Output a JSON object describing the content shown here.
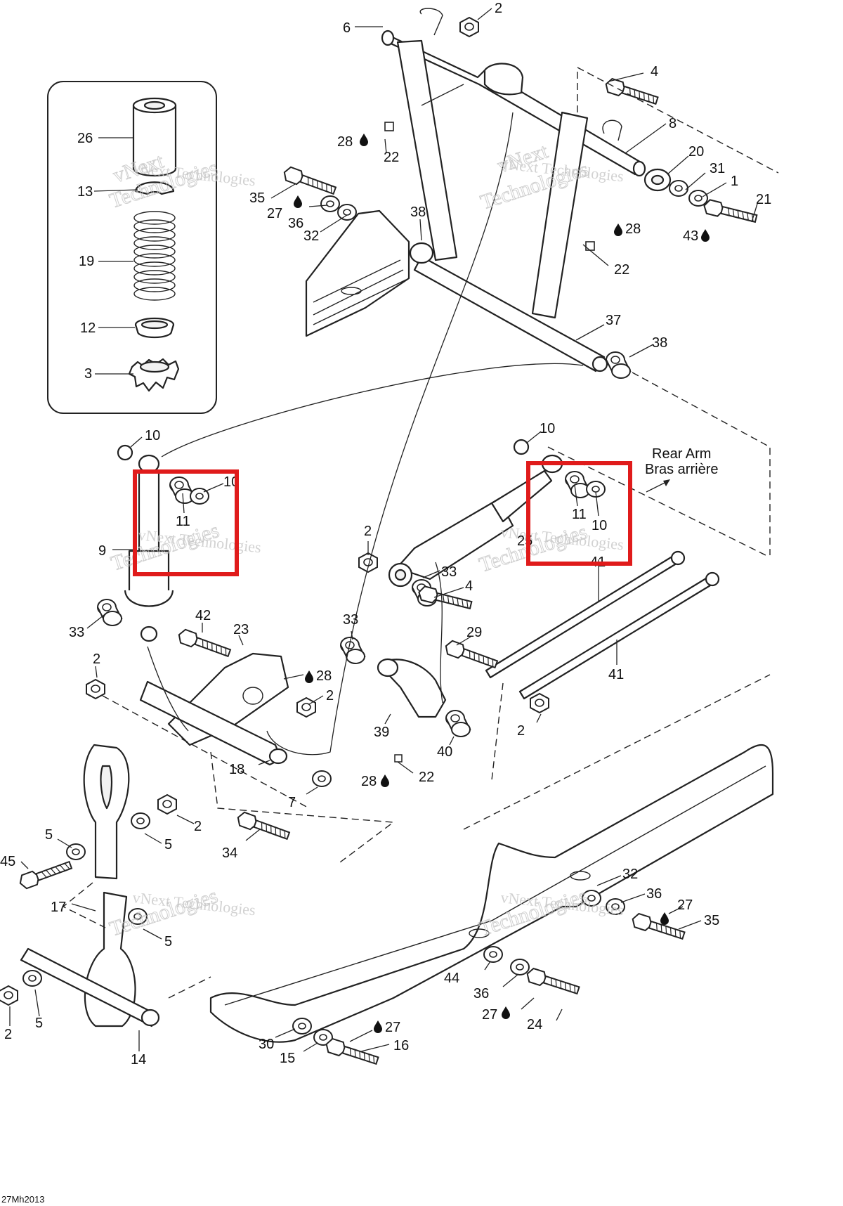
{
  "rear_arm_label": {
    "en": "Rear Arm",
    "fr": "Bras arrière"
  },
  "drawing_ref": "27Mh2013",
  "watermark": {
    "line1": "vNext",
    "line2": "vNext Technologies",
    "line3": "Technologies"
  },
  "highlight_color": "#e01b1b",
  "oil_icon": "oil-drop-icon",
  "callouts": {
    "c6": "6",
    "c2a": "2",
    "c4a": "4",
    "c8": "8",
    "c20": "20",
    "c31": "31",
    "c1": "1",
    "c21": "21",
    "c43": "43",
    "c28a": "28",
    "c22a": "22",
    "c35a": "35",
    "c27a": "27",
    "c36a": "36",
    "c32a": "32",
    "c38a": "38",
    "c28b": "28",
    "c22b": "22",
    "c37": "37",
    "c38b": "38",
    "c26": "26",
    "c13": "13",
    "c19": "19",
    "c12": "12",
    "c3": "3",
    "c10a": "10",
    "c10b": "10",
    "c11a": "11",
    "c9": "9",
    "c33a": "33",
    "c10c": "10",
    "c11b": "11",
    "c10d": "10",
    "c25": "25",
    "c41a": "41",
    "c2b": "2",
    "c33b": "33",
    "c4b": "4",
    "c42": "42",
    "c23": "23",
    "c28c": "28",
    "c2c": "2",
    "c2d": "2",
    "c33c": "33",
    "c29": "29",
    "c41b": "41",
    "c2e": "2",
    "c39": "39",
    "c40": "40",
    "c18": "18",
    "c28d": "28",
    "c22c": "22",
    "c7": "7",
    "c2f": "2",
    "c5a": "5",
    "c5b": "5",
    "c45": "45",
    "c34": "34",
    "c17": "17",
    "c5c": "5",
    "c5d": "5",
    "c2g": "2",
    "c14": "14",
    "c32b": "32",
    "c36b": "36",
    "c27b": "27",
    "c35b": "35",
    "c44": "44",
    "c36c": "36",
    "c27c": "27",
    "c24": "24",
    "c30": "30",
    "c15": "15",
    "c27d": "27",
    "c16": "16"
  }
}
